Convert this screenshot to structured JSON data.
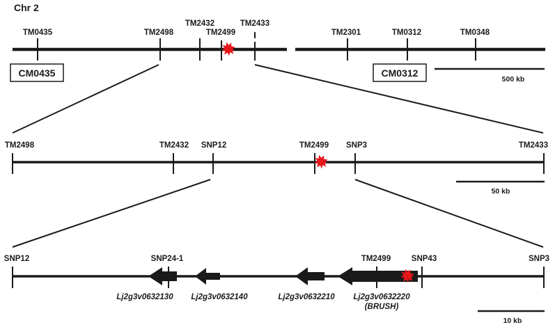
{
  "chromosome": "Chr 2",
  "panel1": {
    "markers_left": [
      "TM0435",
      "TM2498",
      "TM2432",
      "TM2499",
      "TM2433"
    ],
    "markers_right": [
      "TM2301",
      "TM0312",
      "TM0348"
    ],
    "boxed_markers": [
      "CM0435",
      "CM0312"
    ],
    "scale_label": "500 kb"
  },
  "panel2": {
    "markers": [
      "TM2498",
      "TM2432",
      "SNP12",
      "TM2499",
      "SNP3",
      "TM2433"
    ],
    "scale_label": "50 kb"
  },
  "panel3": {
    "markers": [
      "SNP12",
      "SNP24-1",
      "TM2499",
      "SNP43",
      "SNP3"
    ],
    "genes": [
      {
        "name": "Lj2g3v0632130",
        "note": ""
      },
      {
        "name": "Lj2g3v0632140",
        "note": ""
      },
      {
        "name": "Lj2g3v0632210",
        "note": ""
      },
      {
        "name": "Lj2g3v0632220",
        "note": "(BRUSH)"
      }
    ],
    "scale_label": "10 kb"
  },
  "colors": {
    "line": "#1a1a1a",
    "mutation_star": "#e8161b"
  },
  "icons": {
    "mutation_locus": "red-star-burst-icon",
    "gene": "leftward-arrow-icon"
  }
}
